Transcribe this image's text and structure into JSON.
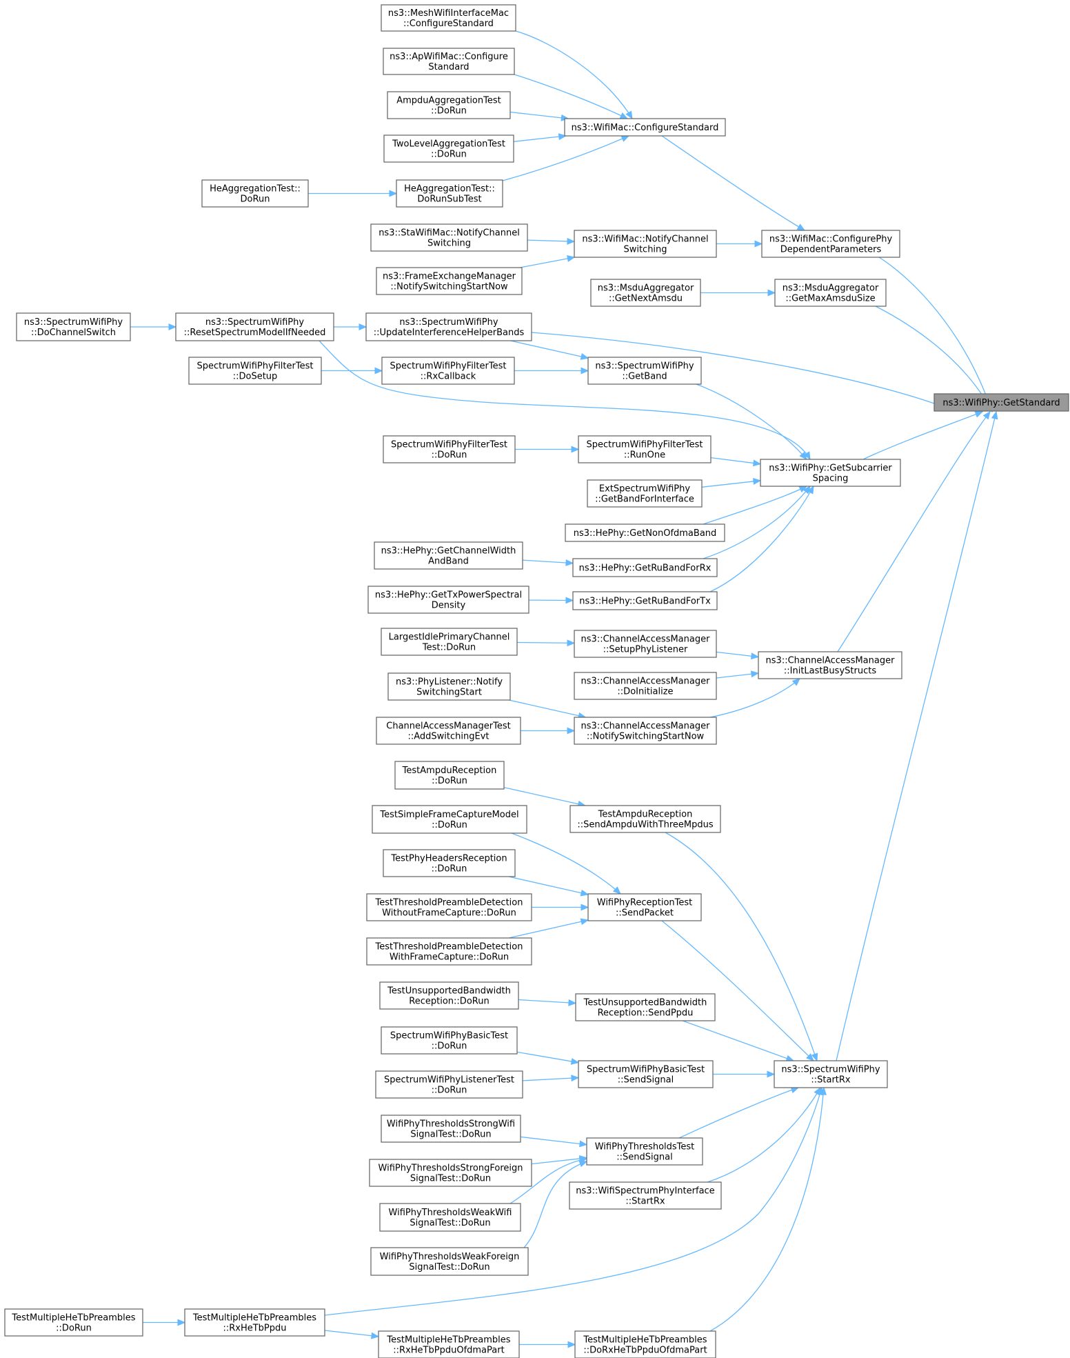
{
  "diagram": {
    "nodes": [
      {
        "id": "root",
        "lines": [
          "ns3::WifiPhy::GetStandard"
        ],
        "root": true
      },
      {
        "id": "meshConfigure",
        "lines": [
          "ns3::MeshWifiInterfaceMac",
          "::ConfigureStandard"
        ]
      },
      {
        "id": "apConfigure",
        "lines": [
          "ns3::ApWifiMac::Configure",
          "Standard"
        ]
      },
      {
        "id": "ampduAggDoRun",
        "lines": [
          "AmpduAggregationTest",
          "::DoRun"
        ]
      },
      {
        "id": "twoLevelDoRun",
        "lines": [
          "TwoLevelAggregationTest",
          "::DoRun"
        ]
      },
      {
        "id": "heAggDoRun",
        "lines": [
          "HeAggregationTest::",
          "DoRun"
        ]
      },
      {
        "id": "heAggDoRunSub",
        "lines": [
          "HeAggregationTest::",
          "DoRunSubTest"
        ]
      },
      {
        "id": "wifiMacConfigure",
        "lines": [
          "ns3::WifiMac::ConfigureStandard"
        ]
      },
      {
        "id": "staNotify",
        "lines": [
          "ns3::StaWifiMac::NotifyChannel",
          "Switching"
        ]
      },
      {
        "id": "femNotify",
        "lines": [
          "ns3::FrameExchangeManager",
          "::NotifySwitchingStartNow"
        ]
      },
      {
        "id": "wifiMacNotify",
        "lines": [
          "ns3::WifiMac::NotifyChannel",
          "Switching"
        ]
      },
      {
        "id": "configurePhyDep",
        "lines": [
          "ns3::WifiMac::ConfigurePhy",
          "DependentParameters"
        ]
      },
      {
        "id": "msduGetNext",
        "lines": [
          "ns3::MsduAggregator",
          "::GetNextAmsdu"
        ]
      },
      {
        "id": "msduGetMax",
        "lines": [
          "ns3::MsduAggregator",
          "::GetMaxAmsduSize"
        ]
      },
      {
        "id": "spDoChannelSwitch",
        "lines": [
          "ns3::SpectrumWifiPhy",
          "::DoChannelSwitch"
        ]
      },
      {
        "id": "spResetModel",
        "lines": [
          "ns3::SpectrumWifiPhy",
          "::ResetSpectrumModelIfNeeded"
        ]
      },
      {
        "id": "spUpdateBands",
        "lines": [
          "ns3::SpectrumWifiPhy",
          "::UpdateInterferenceHelperBands"
        ]
      },
      {
        "id": "filterDoSetup",
        "lines": [
          "SpectrumWifiPhyFilterTest",
          "::DoSetup"
        ]
      },
      {
        "id": "filterRxCallback",
        "lines": [
          "SpectrumWifiPhyFilterTest",
          "::RxCallback"
        ]
      },
      {
        "id": "spGetBand",
        "lines": [
          "ns3::SpectrumWifiPhy",
          "::GetBand"
        ]
      },
      {
        "id": "filterDoRun",
        "lines": [
          "SpectrumWifiPhyFilterTest",
          "::DoRun"
        ]
      },
      {
        "id": "filterRunOne",
        "lines": [
          "SpectrumWifiPhyFilterTest",
          "::RunOne"
        ]
      },
      {
        "id": "getSubcarrier",
        "lines": [
          "ns3::WifiPhy::GetSubcarrier",
          "Spacing"
        ]
      },
      {
        "id": "extGetBand",
        "lines": [
          "ExtSpectrumWifiPhy",
          "::GetBandForInterface"
        ]
      },
      {
        "id": "heNonOfdma",
        "lines": [
          "ns3::HePhy::GetNonOfdmaBand"
        ]
      },
      {
        "id": "heChannelWidth",
        "lines": [
          "ns3::HePhy::GetChannelWidth",
          "AndBand"
        ]
      },
      {
        "id": "heRuRx",
        "lines": [
          "ns3::HePhy::GetRuBandForRx"
        ]
      },
      {
        "id": "heTxPsd",
        "lines": [
          "ns3::HePhy::GetTxPowerSpectral",
          "Density"
        ]
      },
      {
        "id": "heRuTx",
        "lines": [
          "ns3::HePhy::GetRuBandForTx"
        ]
      },
      {
        "id": "largestIdle",
        "lines": [
          "LargestIdlePrimaryChannel",
          "Test::DoRun"
        ]
      },
      {
        "id": "camSetupPhy",
        "lines": [
          "ns3::ChannelAccessManager",
          "::SetupPhyListener"
        ]
      },
      {
        "id": "camInitLastBusy",
        "lines": [
          "ns3::ChannelAccessManager",
          "::InitLastBusyStructs"
        ]
      },
      {
        "id": "camDoInitialize",
        "lines": [
          "ns3::ChannelAccessManager",
          "::DoInitialize"
        ]
      },
      {
        "id": "phyListenerNotify",
        "lines": [
          "ns3::PhyListener::Notify",
          "SwitchingStart"
        ]
      },
      {
        "id": "camTestAddSwitch",
        "lines": [
          "ChannelAccessManagerTest",
          "::AddSwitchingEvt"
        ]
      },
      {
        "id": "camNotifySwitch",
        "lines": [
          "ns3::ChannelAccessManager",
          "::NotifySwitchingStartNow"
        ]
      },
      {
        "id": "ampduRxDoRun",
        "lines": [
          "TestAmpduReception",
          "::DoRun"
        ]
      },
      {
        "id": "ampduRxSend",
        "lines": [
          "TestAmpduReception",
          "::SendAmpduWithThreeMpdus"
        ]
      },
      {
        "id": "simpleCapture",
        "lines": [
          "TestSimpleFrameCaptureModel",
          "::DoRun"
        ]
      },
      {
        "id": "phyHeaders",
        "lines": [
          "TestPhyHeadersReception",
          "::DoRun"
        ]
      },
      {
        "id": "thresholdWithout",
        "lines": [
          "TestThresholdPreambleDetection",
          "WithoutFrameCapture::DoRun"
        ]
      },
      {
        "id": "thresholdWith",
        "lines": [
          "TestThresholdPreambleDetection",
          "WithFrameCapture::DoRun"
        ]
      },
      {
        "id": "wifiRxSendPacket",
        "lines": [
          "WifiPhyReceptionTest",
          "::SendPacket"
        ]
      },
      {
        "id": "unsupportedDoRun",
        "lines": [
          "TestUnsupportedBandwidth",
          "Reception::DoRun"
        ]
      },
      {
        "id": "unsupportedSend",
        "lines": [
          "TestUnsupportedBandwidth",
          "Reception::SendPpdu"
        ]
      },
      {
        "id": "basicDoRun",
        "lines": [
          "SpectrumWifiPhyBasicTest",
          "::DoRun"
        ]
      },
      {
        "id": "listenerDoRun",
        "lines": [
          "SpectrumWifiPhyListenerTest",
          "::DoRun"
        ]
      },
      {
        "id": "basicSendSignal",
        "lines": [
          "SpectrumWifiPhyBasicTest",
          "::SendSignal"
        ]
      },
      {
        "id": "spStartRx",
        "lines": [
          "ns3::SpectrumWifiPhy",
          "::StartRx"
        ]
      },
      {
        "id": "strongWifi",
        "lines": [
          "WifiPhyThresholdsStrongWifi",
          "SignalTest::DoRun"
        ]
      },
      {
        "id": "strongForeign",
        "lines": [
          "WifiPhyThresholdsStrongForeign",
          "SignalTest::DoRun"
        ]
      },
      {
        "id": "weakWifi",
        "lines": [
          "WifiPhyThresholdsWeakWifi",
          "SignalTest::DoRun"
        ]
      },
      {
        "id": "weakForeign",
        "lines": [
          "WifiPhyThresholdsWeakForeign",
          "SignalTest::DoRun"
        ]
      },
      {
        "id": "thresholdsSendSignal",
        "lines": [
          "WifiPhyThresholdsTest",
          "::SendSignal"
        ]
      },
      {
        "id": "wifiSpectrumStartRx",
        "lines": [
          "ns3::WifiSpectrumPhyInterface",
          "::StartRx"
        ]
      },
      {
        "id": "multiDoRun",
        "lines": [
          "TestMultipleHeTbPreambles",
          "::DoRun"
        ]
      },
      {
        "id": "multiRxHeTb",
        "lines": [
          "TestMultipleHeTbPreambles",
          "::RxHeTbPpdu"
        ]
      },
      {
        "id": "multiRxOfdma",
        "lines": [
          "TestMultipleHeTbPreambles",
          "::RxHeTbPpduOfdmaPart"
        ]
      },
      {
        "id": "multiDoRxOfdma",
        "lines": [
          "TestMultipleHeTbPreambles",
          "::DoRxHeTbPpduOfdmaPart"
        ]
      }
    ],
    "edges": [
      [
        "configurePhyDep",
        "root"
      ],
      [
        "msduGetMax",
        "root"
      ],
      [
        "spUpdateBands",
        "root"
      ],
      [
        "spGetBand",
        "getSubcarrier"
      ],
      [
        "getSubcarrier",
        "root"
      ],
      [
        "camInitLastBusy",
        "root"
      ],
      [
        "spStartRx",
        "root"
      ],
      [
        "meshConfigure",
        "wifiMacConfigure"
      ],
      [
        "apConfigure",
        "wifiMacConfigure"
      ],
      [
        "ampduAggDoRun",
        "wifiMacConfigure"
      ],
      [
        "twoLevelDoRun",
        "wifiMacConfigure"
      ],
      [
        "heAggDoRunSub",
        "wifiMacConfigure"
      ],
      [
        "heAggDoRun",
        "heAggDoRunSub"
      ],
      [
        "wifiMacConfigure",
        "configurePhyDep"
      ],
      [
        "wifiMacNotify",
        "configurePhyDep"
      ],
      [
        "staNotify",
        "wifiMacNotify"
      ],
      [
        "femNotify",
        "wifiMacNotify"
      ],
      [
        "msduGetNext",
        "msduGetMax"
      ],
      [
        "spResetModel",
        "spUpdateBands"
      ],
      [
        "spDoChannelSwitch",
        "spResetModel"
      ],
      [
        "spUpdateBands",
        "spGetBand"
      ],
      [
        "filterRxCallback",
        "spGetBand"
      ],
      [
        "filterDoSetup",
        "filterRxCallback"
      ],
      [
        "spResetModel",
        "getSubcarrier"
      ],
      [
        "filterRunOne",
        "getSubcarrier"
      ],
      [
        "filterDoRun",
        "filterRunOne"
      ],
      [
        "extGetBand",
        "getSubcarrier"
      ],
      [
        "heNonOfdma",
        "getSubcarrier"
      ],
      [
        "heRuRx",
        "getSubcarrier"
      ],
      [
        "heRuTx",
        "getSubcarrier"
      ],
      [
        "heChannelWidth",
        "heRuRx"
      ],
      [
        "heTxPsd",
        "heRuTx"
      ],
      [
        "largestIdle",
        "camSetupPhy"
      ],
      [
        "camSetupPhy",
        "camInitLastBusy"
      ],
      [
        "camDoInitialize",
        "camInitLastBusy"
      ],
      [
        "camNotifySwitch",
        "camInitLastBusy"
      ],
      [
        "phyListenerNotify",
        "camNotifySwitch"
      ],
      [
        "camTestAddSwitch",
        "camNotifySwitch"
      ],
      [
        "ampduRxDoRun",
        "ampduRxSend"
      ],
      [
        "ampduRxSend",
        "spStartRx"
      ],
      [
        "simpleCapture",
        "wifiRxSendPacket"
      ],
      [
        "phyHeaders",
        "wifiRxSendPacket"
      ],
      [
        "thresholdWithout",
        "wifiRxSendPacket"
      ],
      [
        "thresholdWith",
        "wifiRxSendPacket"
      ],
      [
        "wifiRxSendPacket",
        "spStartRx"
      ],
      [
        "unsupportedDoRun",
        "unsupportedSend"
      ],
      [
        "unsupportedSend",
        "spStartRx"
      ],
      [
        "basicDoRun",
        "basicSendSignal"
      ],
      [
        "listenerDoRun",
        "basicSendSignal"
      ],
      [
        "basicSendSignal",
        "spStartRx"
      ],
      [
        "thresholdsSendSignal",
        "spStartRx"
      ],
      [
        "wifiSpectrumStartRx",
        "spStartRx"
      ],
      [
        "multiRxHeTb",
        "spStartRx"
      ],
      [
        "multiDoRxOfdma",
        "spStartRx"
      ],
      [
        "strongWifi",
        "thresholdsSendSignal"
      ],
      [
        "strongForeign",
        "thresholdsSendSignal"
      ],
      [
        "weakWifi",
        "thresholdsSendSignal"
      ],
      [
        "weakForeign",
        "thresholdsSendSignal"
      ],
      [
        "multiDoRun",
        "multiRxHeTb"
      ],
      [
        "multiRxHeTb",
        "multiRxOfdma"
      ],
      [
        "multiRxOfdma",
        "multiDoRxOfdma"
      ]
    ],
    "colors": {
      "edge": "#63b8ff",
      "node_border": "#666666",
      "root_fill": "#999999",
      "node_fill": "#ffffff"
    }
  }
}
